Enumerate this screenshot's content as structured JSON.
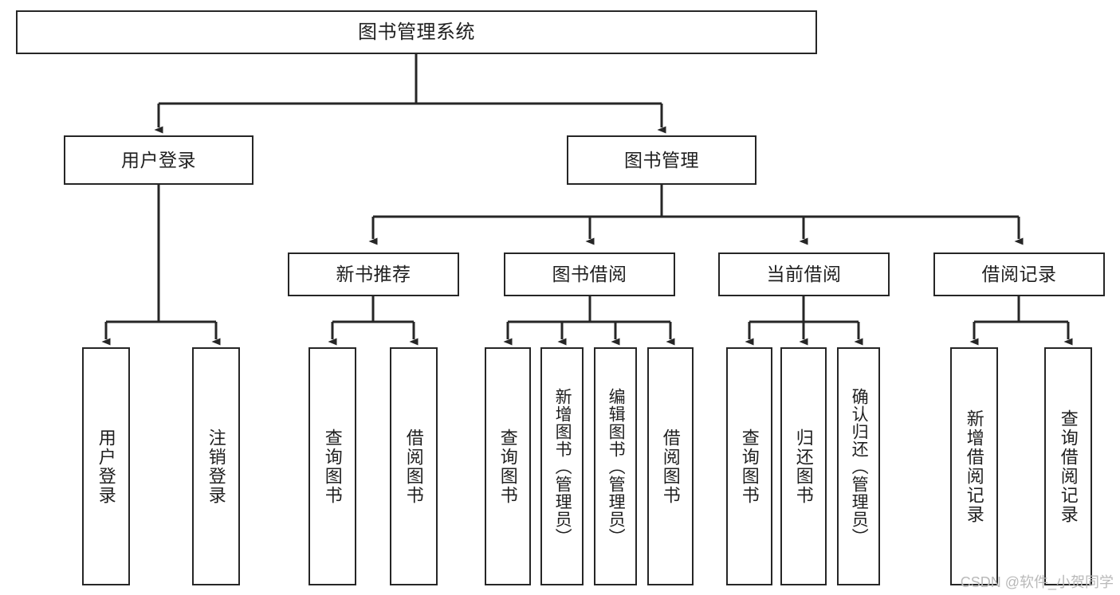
{
  "diagram": {
    "title": "图书管理系统",
    "type": "tree",
    "watermark": "CSDN @软件_小贺同学",
    "colors": {
      "stroke": "#262626",
      "fill": "#ffffff",
      "text": "#1f1f1f",
      "watermark": "#b9b9b9"
    },
    "nodes": {
      "root": {
        "label": "图书管理系统",
        "orientation": "horizontal"
      },
      "level2": [
        {
          "id": "user-login",
          "label": "用户登录",
          "orientation": "horizontal"
        },
        {
          "id": "book-management",
          "label": "图书管理",
          "orientation": "horizontal"
        }
      ],
      "level3": [
        {
          "id": "new-book-recommend",
          "label": "新书推荐",
          "orientation": "horizontal"
        },
        {
          "id": "book-borrow",
          "label": "图书借阅",
          "orientation": "horizontal"
        },
        {
          "id": "current-borrow",
          "label": "当前借阅",
          "orientation": "horizontal"
        },
        {
          "id": "borrow-record",
          "label": "借阅记录",
          "orientation": "horizontal"
        }
      ],
      "leaves": {
        "user-login": [
          {
            "id": "leaf-user-login",
            "label": "用户登录",
            "orientation": "vertical"
          },
          {
            "id": "leaf-user-logout",
            "label": "注销登录",
            "orientation": "vertical"
          }
        ],
        "new-book-recommend": [
          {
            "id": "leaf-query-book-1",
            "label": "查询图书",
            "orientation": "vertical"
          },
          {
            "id": "leaf-borrow-book-1",
            "label": "借阅图书",
            "orientation": "vertical"
          }
        ],
        "book-borrow": [
          {
            "id": "leaf-query-book-2",
            "label": "查询图书",
            "orientation": "vertical"
          },
          {
            "id": "leaf-add-book",
            "label": "新增图书（管理员）",
            "orientation": "vertical"
          },
          {
            "id": "leaf-edit-book",
            "label": "编辑图书（管理员）",
            "orientation": "vertical"
          },
          {
            "id": "leaf-borrow-book-2",
            "label": "借阅图书",
            "orientation": "vertical"
          }
        ],
        "current-borrow": [
          {
            "id": "leaf-query-book-3",
            "label": "查询图书",
            "orientation": "vertical"
          },
          {
            "id": "leaf-return-book",
            "label": "归还图书",
            "orientation": "vertical"
          },
          {
            "id": "leaf-confirm-return",
            "label": "确认归还（管理员）",
            "orientation": "vertical"
          }
        ],
        "borrow-record": [
          {
            "id": "leaf-add-record",
            "label": "新增借阅记录",
            "orientation": "vertical"
          },
          {
            "id": "leaf-query-record",
            "label": "查询借阅记录",
            "orientation": "vertical"
          }
        ]
      }
    }
  }
}
